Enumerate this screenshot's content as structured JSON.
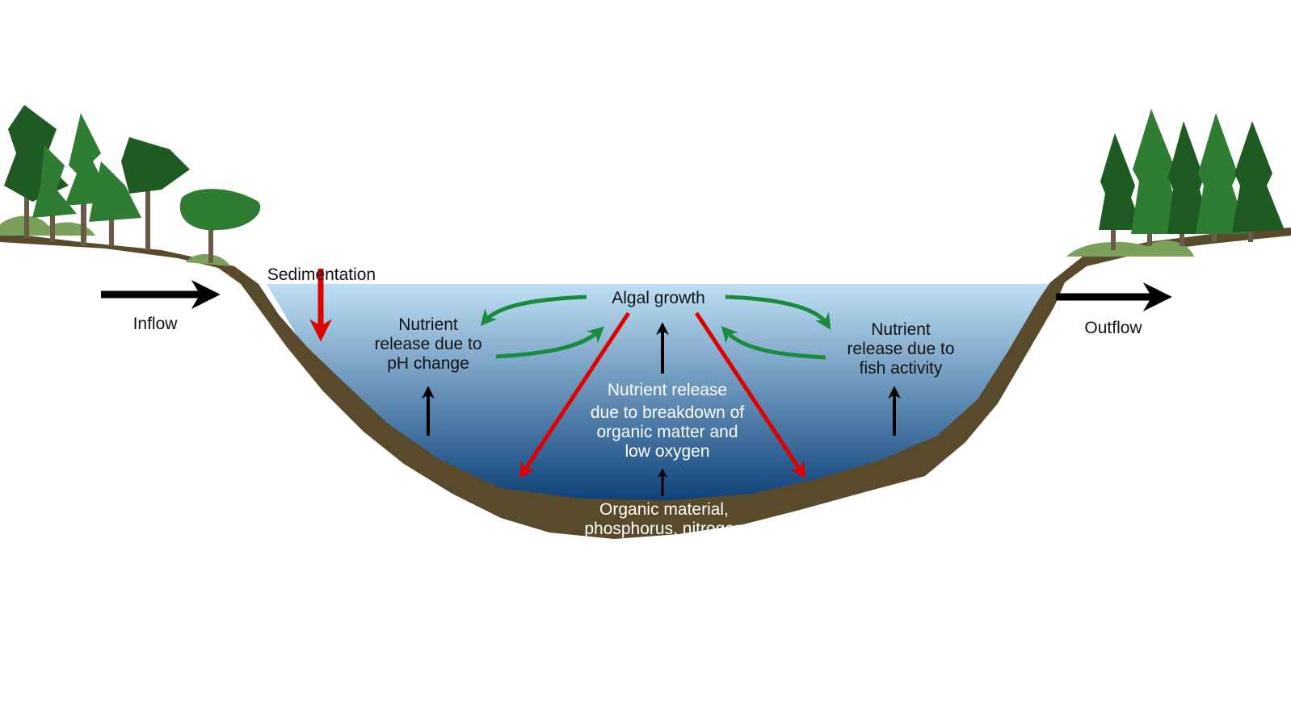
{
  "labels": {
    "inflow": "Inflow",
    "outflow": "Outflow",
    "sedimentation": "Sedimentation",
    "algal_growth": "Algal growth",
    "ph_release": "Nutrient\nrelease due to\npH change",
    "fish_release": "Nutrient\nrelease due to\nfish activity",
    "breakdown_release_line1": "Nutrient release",
    "breakdown_release_rest": "due to breakdown of\norganic matter and\nlow oxygen",
    "sediment_material": "Organic material,\nphosphorus, nitrogen"
  },
  "colors": {
    "water_top": "#bfe0f5",
    "water_bottom": "#0b3f78",
    "soil": "#5a4a2c",
    "tree_dark": "#1f5a22",
    "tree_mid": "#2e7d32",
    "trunk": "#6b5a45",
    "flow_arrow": "#000000",
    "sedimentation_arrow": "#e00000",
    "cycle_arrow": "#1a8a3c"
  }
}
